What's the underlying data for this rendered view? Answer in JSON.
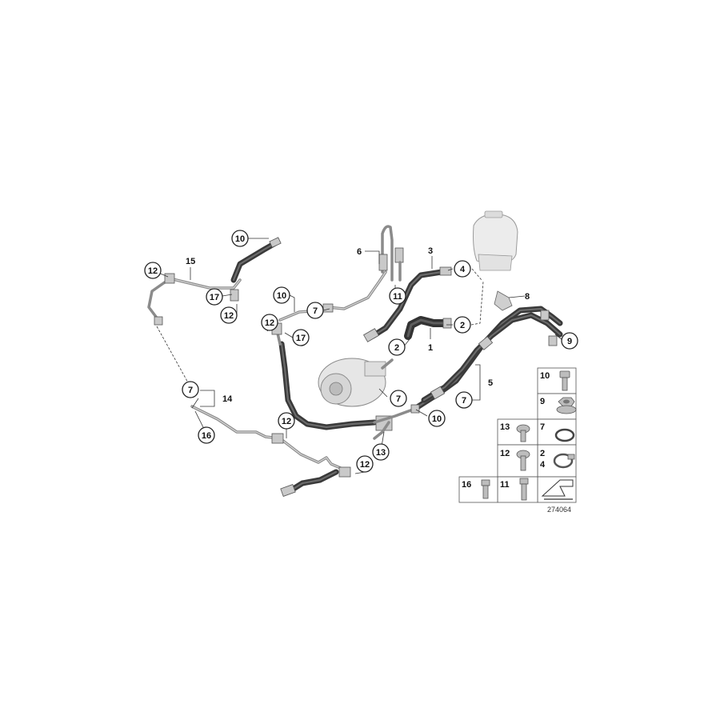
{
  "diagram": {
    "reference_number": "274064",
    "callouts": [
      {
        "id": "c10a",
        "label": "10"
      },
      {
        "id": "c12a",
        "label": "12"
      },
      {
        "id": "c17a",
        "label": "17"
      },
      {
        "id": "c12b",
        "label": "12"
      },
      {
        "id": "c10b",
        "label": "10"
      },
      {
        "id": "c12c",
        "label": "12"
      },
      {
        "id": "c7a",
        "label": "7"
      },
      {
        "id": "c17b",
        "label": "17"
      },
      {
        "id": "c11",
        "label": "11"
      },
      {
        "id": "c4",
        "label": "4"
      },
      {
        "id": "c2a",
        "label": "2"
      },
      {
        "id": "c2b",
        "label": "2"
      },
      {
        "id": "c9",
        "label": "9"
      },
      {
        "id": "c7b",
        "label": "7"
      },
      {
        "id": "c14g",
        "label": "7"
      },
      {
        "id": "c16",
        "label": "16"
      },
      {
        "id": "c7c",
        "label": "7"
      },
      {
        "id": "c10c",
        "label": "10"
      },
      {
        "id": "c12d",
        "label": "12"
      },
      {
        "id": "c13",
        "label": "13"
      },
      {
        "id": "c12e",
        "label": "12"
      }
    ],
    "plain_labels": [
      {
        "id": "l15",
        "label": "15"
      },
      {
        "id": "l6",
        "label": "6"
      },
      {
        "id": "l3",
        "label": "3"
      },
      {
        "id": "l1",
        "label": "1"
      },
      {
        "id": "l8",
        "label": "8"
      },
      {
        "id": "l5",
        "label": "5"
      },
      {
        "id": "l14",
        "label": "14"
      }
    ],
    "parts_grid": [
      {
        "id": "g10",
        "label": "10",
        "icon": "bolt-hex-icon"
      },
      {
        "id": "g9",
        "label": "9",
        "icon": "flange-nut-icon"
      },
      {
        "id": "g13",
        "label": "13",
        "icon": "bolt-flange-icon"
      },
      {
        "id": "g7",
        "label": "7",
        "icon": "o-ring-icon"
      },
      {
        "id": "g12",
        "label": "12",
        "icon": "bolt-washer-icon"
      },
      {
        "id": "g24",
        "label": "2\n4",
        "label_top": "2",
        "label_bottom": "4",
        "icon": "hose-clamp-icon"
      },
      {
        "id": "g16",
        "label": "16",
        "icon": "bolt-short-icon"
      },
      {
        "id": "g11",
        "label": "11",
        "icon": "bolt-long-icon"
      },
      {
        "id": "gpic",
        "label": "",
        "icon": "direction-arrow-icon"
      }
    ]
  }
}
